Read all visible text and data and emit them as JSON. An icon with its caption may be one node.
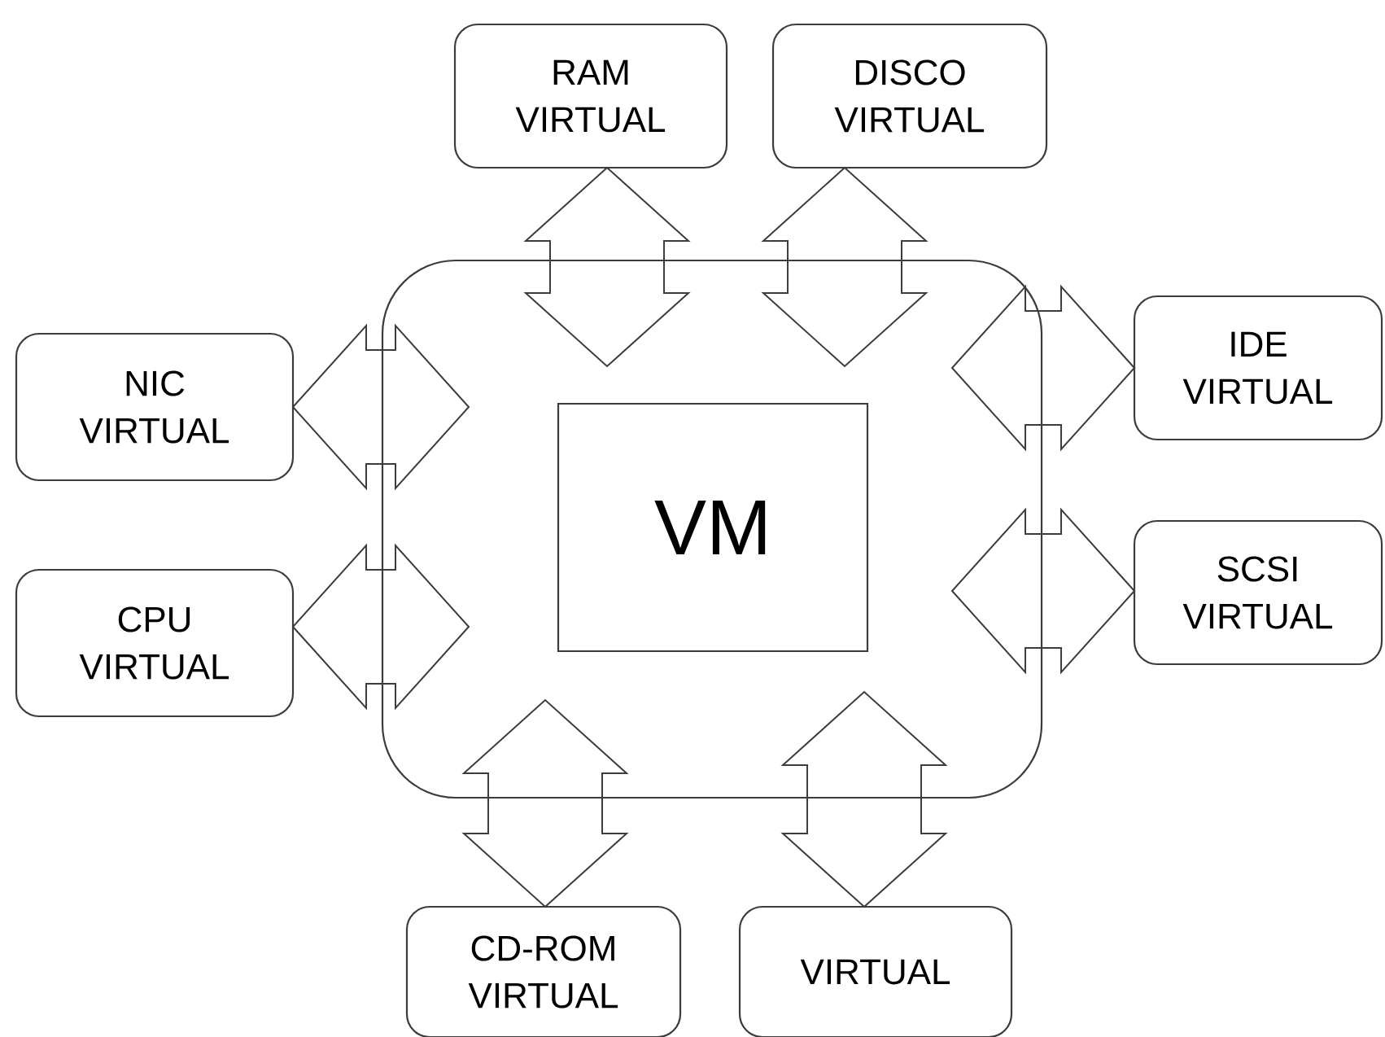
{
  "diagram": {
    "nodes": [
      {
        "text": [],
        "shape": "box"
      },
      {
        "text": [
          "VM"
        ],
        "in": 0
      },
      {
        "text": [
          "RAM VIRTUAL"
        ]
      },
      {
        "text": [
          "DISCO VIRTUAL"
        ]
      },
      {
        "text": [
          "NIC VIRTUAL"
        ]
      },
      {
        "text": [
          "IDE VIRTUAL"
        ]
      },
      {
        "text": [
          "CPU VIRTUAL"
        ]
      },
      {
        "text": [
          "SCSI VIRTUAL"
        ]
      },
      {
        "text": [
          "CD-ROM VIRTUAL"
        ]
      },
      {
        "text": [
          "VIRTUAL"
        ]
      }
    ],
    "edges": [
      {
        "from": 2,
        "to": 0,
        "arrow": "both"
      },
      {
        "from": 3,
        "to": 0,
        "arrow": "both"
      },
      {
        "from": 4,
        "to": 0,
        "arrow": "both"
      },
      {
        "from": 5,
        "to": 0,
        "arrow": "both"
      },
      {
        "from": 6,
        "to": 0,
        "arrow": "both"
      },
      {
        "from": 7,
        "to": 0,
        "arrow": "both"
      },
      {
        "from": 8,
        "to": 0,
        "arrow": "both"
      },
      {
        "from": 9,
        "to": 0,
        "arrow": "both"
      }
    ]
  }
}
